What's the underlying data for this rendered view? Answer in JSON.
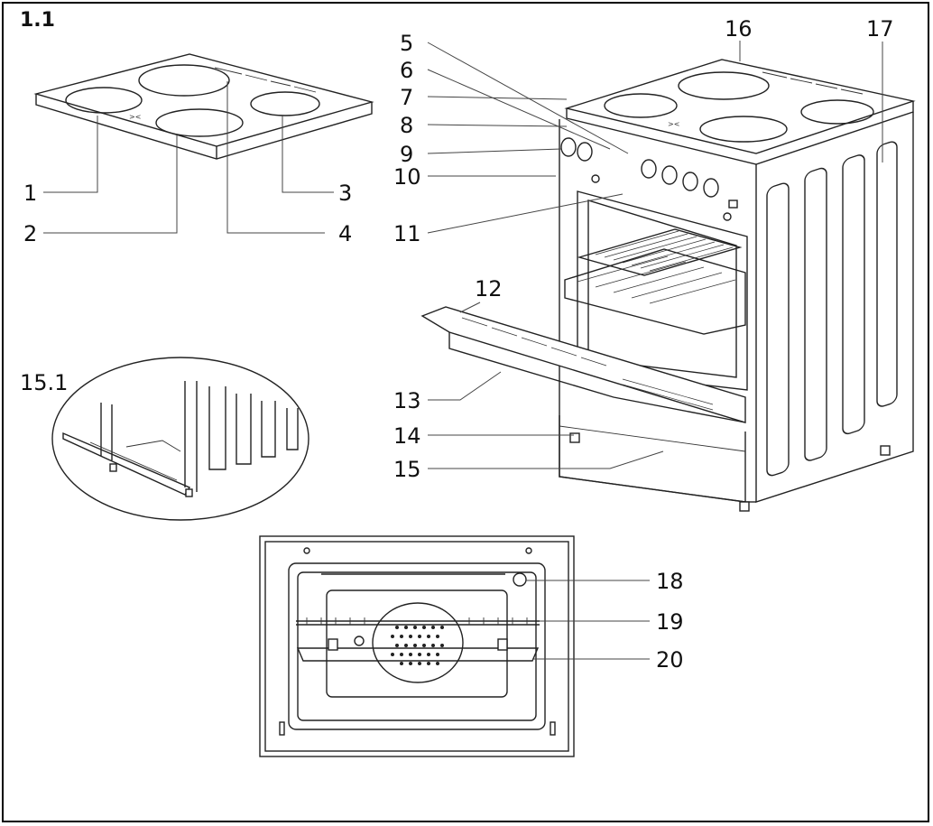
{
  "figure": {
    "id": "1.1",
    "inset_label": "15.1"
  },
  "callouts": [
    {
      "key": "c1",
      "text": "1"
    },
    {
      "key": "c2",
      "text": "2"
    },
    {
      "key": "c3",
      "text": "3"
    },
    {
      "key": "c4",
      "text": "4"
    },
    {
      "key": "c5",
      "text": "5"
    },
    {
      "key": "c6",
      "text": "6"
    },
    {
      "key": "c7",
      "text": "7"
    },
    {
      "key": "c8",
      "text": "8"
    },
    {
      "key": "c9",
      "text": "9"
    },
    {
      "key": "c10",
      "text": "10"
    },
    {
      "key": "c11",
      "text": "11"
    },
    {
      "key": "c12",
      "text": "12"
    },
    {
      "key": "c13",
      "text": "13"
    },
    {
      "key": "c14",
      "text": "14"
    },
    {
      "key": "c15",
      "text": "15"
    },
    {
      "key": "c16",
      "text": "16"
    },
    {
      "key": "c17",
      "text": "17"
    },
    {
      "key": "c18",
      "text": "18"
    },
    {
      "key": "c19",
      "text": "19"
    },
    {
      "key": "c20",
      "text": "20"
    }
  ],
  "colors": {
    "line": "#222222",
    "background": "#ffffff"
  }
}
